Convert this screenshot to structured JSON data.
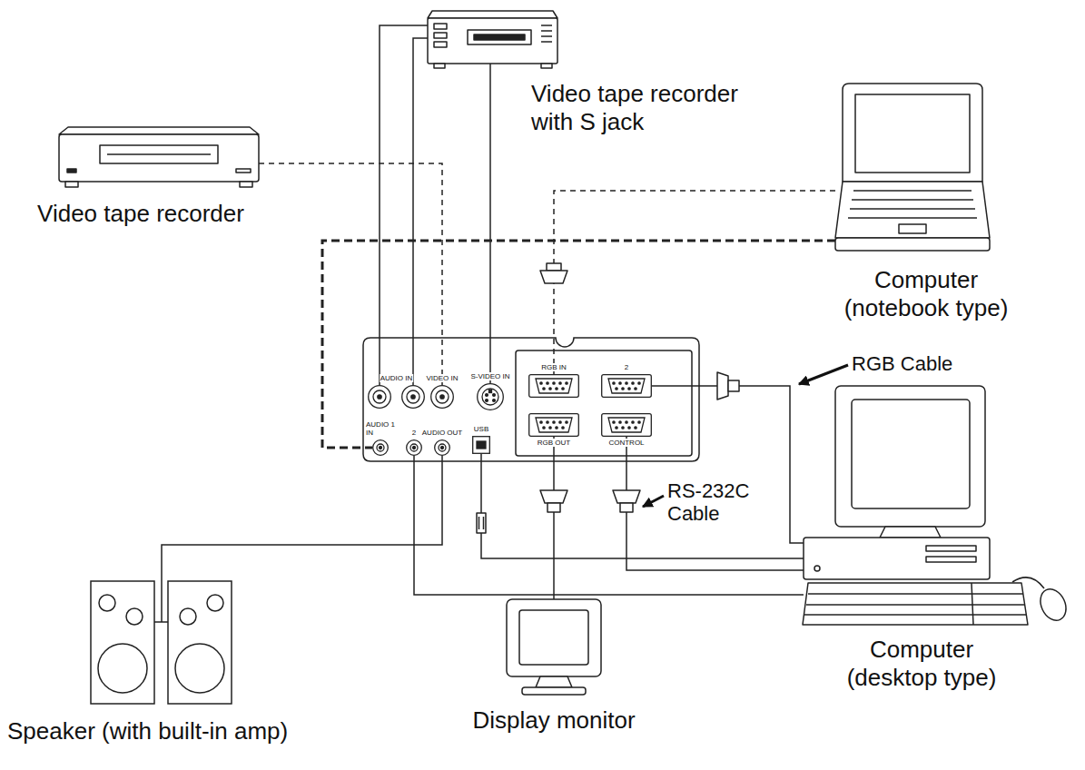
{
  "diagram": {
    "nodes": [
      {
        "text": [
          "Video tape recorder with S jack"
        ]
      },
      {
        "text": [
          "Video tape recorder"
        ]
      },
      {
        "text": [
          "Computer (notebook type)"
        ]
      },
      {
        "text": [
          "AUDIO IN"
        ]
      },
      {
        "text": [
          "VIDEO IN"
        ]
      },
      {
        "text": [
          "S-VIDEO IN"
        ]
      },
      {
        "text": [
          "RGB IN"
        ]
      },
      {
        "text": [
          "2"
        ]
      },
      {
        "text": [
          "AUDIO 1 IN"
        ]
      },
      {
        "text": [
          "2"
        ]
      },
      {
        "text": [
          "AUDIO OUT"
        ]
      },
      {
        "text": [
          "USB"
        ]
      },
      {
        "text": [
          "RGB OUT"
        ]
      },
      {
        "text": [
          "CONTROL"
        ]
      },
      {
        "text": [
          "Speaker (with built-in amp)"
        ]
      },
      {
        "text": [
          "Display monitor"
        ]
      },
      {
        "text": [
          "Computer (desktop type)"
        ]
      }
    ],
    "edges": [
      {
        "from": 0,
        "to": 3,
        "arrow": "none"
      },
      {
        "from": 0,
        "to": 3,
        "arrow": "none"
      },
      {
        "from": 0,
        "to": 5,
        "arrow": "none"
      },
      {
        "from": 1,
        "to": 4,
        "arrow": "none"
      },
      {
        "from": 2,
        "to": 6,
        "arrow": "none"
      },
      {
        "from": 2,
        "to": 8,
        "arrow": "none"
      },
      {
        "from": 16,
        "to": 7,
        "arrow": "none"
      },
      {
        "from": 11,
        "to": 16,
        "arrow": "none"
      },
      {
        "from": 13,
        "to": 16,
        "arrow": "none"
      },
      {
        "from": 9,
        "to": 16,
        "arrow": "none"
      },
      {
        "from": 10,
        "to": 14,
        "arrow": "none"
      },
      {
        "from": 12,
        "to": 15,
        "arrow": "none"
      }
    ],
    "labels": [
      "RGB Cable",
      "RS-232C Cable"
    ]
  }
}
